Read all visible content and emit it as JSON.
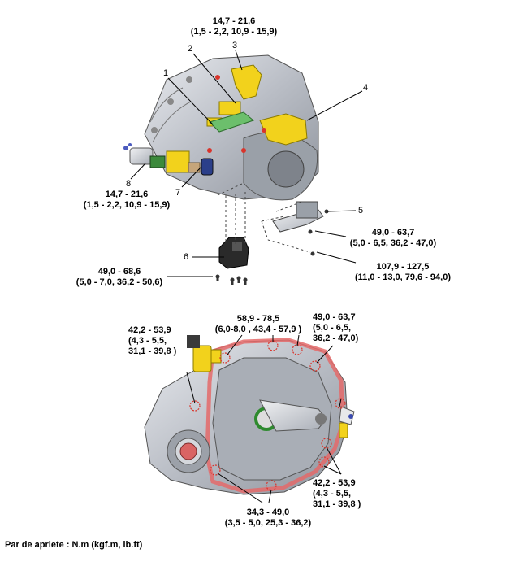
{
  "upper_figure": {
    "callouts": [
      {
        "id": "1",
        "text": "1"
      },
      {
        "id": "2",
        "text": "2"
      },
      {
        "id": "3",
        "text": "3"
      },
      {
        "id": "4",
        "text": "4"
      },
      {
        "id": "5",
        "text": "5"
      },
      {
        "id": "6",
        "text": "6"
      },
      {
        "id": "7",
        "text": "7"
      },
      {
        "id": "8",
        "text": "8"
      }
    ],
    "torques": {
      "top": {
        "line1": "14,7 - 21,6",
        "line2": "(1,5 - 2,2, 10,9 - 15,9)"
      },
      "left": {
        "line1": "14,7 - 21,6",
        "line2": "(1,5 - 2,2, 10,9 - 15,9)"
      },
      "mount_upper": {
        "line1": "49,0 - 63,7",
        "line2": "(5,0 - 6,5, 36,2 - 47,0)"
      },
      "mount_lower": {
        "line1": "107,9 - 127,5",
        "line2": "(11,0 - 13,0, 79,6 - 94,0)"
      },
      "bracket": {
        "line1": "49,0 - 68,6",
        "line2": "(5,0 - 7,0, 36,2 - 50,6)"
      }
    }
  },
  "lower_figure": {
    "torques": {
      "top_left": {
        "line1": "42,2 - 53,9",
        "line2": "(4,3 - 5,5,",
        "line3": "31,1 - 39,8 )"
      },
      "top_center": {
        "line1": "58,9 - 78,5",
        "line2": "(6,0-8,0 , 43,4 - 57,9 )"
      },
      "top_right": {
        "line1": "49,0 - 63,7",
        "line2": "(5,0 - 6,5,",
        "line3": "36,2 - 47,0)"
      },
      "right": {
        "line1": "42,2 - 53,9",
        "line2": "(4,3 - 5,5,",
        "line3": "31,1 - 39,8 )"
      },
      "bottom": {
        "line1": "34,3 - 49,0",
        "line2": "(3,5 - 5,0, 25,3 - 36,2)"
      }
    }
  },
  "legend": "Par de apriete : N.m (kgf.m, lb.ft)",
  "colors": {
    "highlight": "#f2d21c",
    "housing": "#c9ccd2",
    "seal": "#e46a6a",
    "leader": "#000000"
  }
}
